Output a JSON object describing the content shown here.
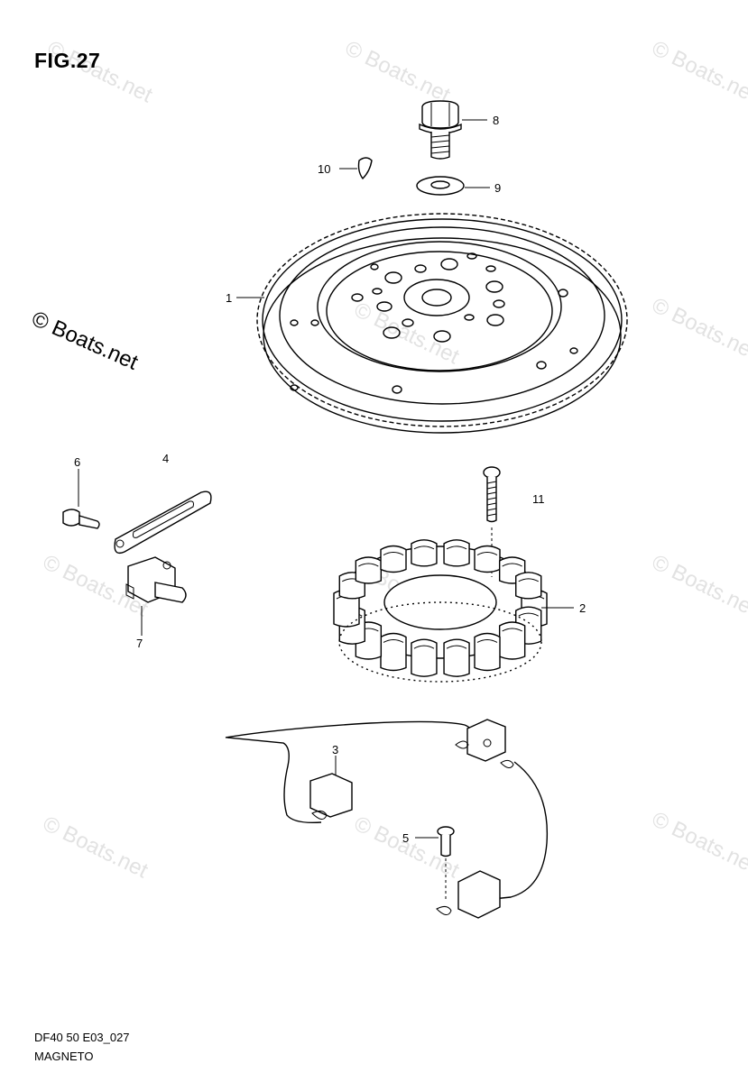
{
  "figure": {
    "title": "FIG.27",
    "code": "DF40 50 E03_027",
    "name": "MAGNETO"
  },
  "watermark": {
    "main": "© Boats.net",
    "faint": "© Boats.net"
  },
  "callouts": {
    "c1": "1",
    "c2": "2",
    "c3": "3",
    "c4": "4",
    "c5": "5",
    "c6": "6",
    "c7": "7",
    "c8": "8",
    "c9": "9",
    "c10": "10",
    "c11": "11"
  }
}
